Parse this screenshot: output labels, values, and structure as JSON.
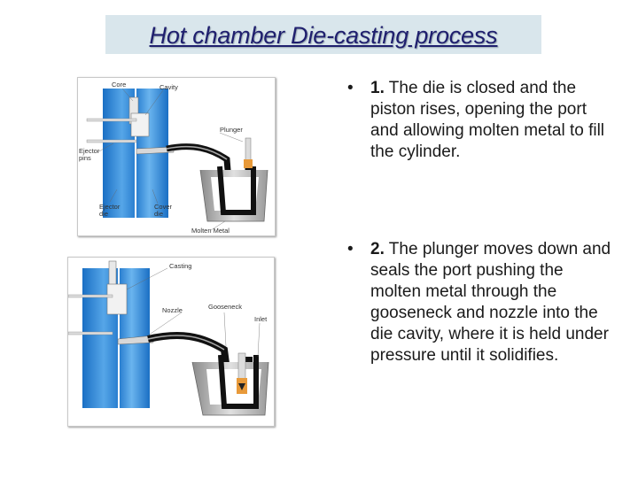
{
  "title": "Hot chamber Die-casting process",
  "figure1": {
    "labels": {
      "core": "Core",
      "cavity": "Cavity",
      "plunger": "Plunger",
      "ejector_pins": "Ejector\npins",
      "ejector_die": "Ejector\ndie",
      "cover_die": "Cover\ndie",
      "molten_metal": "Molten Metal"
    }
  },
  "figure2": {
    "labels": {
      "casting": "Casting",
      "nozzle": "Nozzle",
      "gooseneck": "Gooseneck",
      "inlet": "Inlet"
    }
  },
  "bullets": [
    {
      "marker": "•",
      "number": "1.",
      "text": "The die is closed and the piston rises, opening the port and allowing molten metal to fill the cylinder."
    },
    {
      "marker": "•",
      "number": "2.",
      "text": "The plunger moves down and seals the port pushing the molten metal through the gooseneck and nozzle into the die cavity, where it is held under pressure until it solidifies."
    }
  ]
}
